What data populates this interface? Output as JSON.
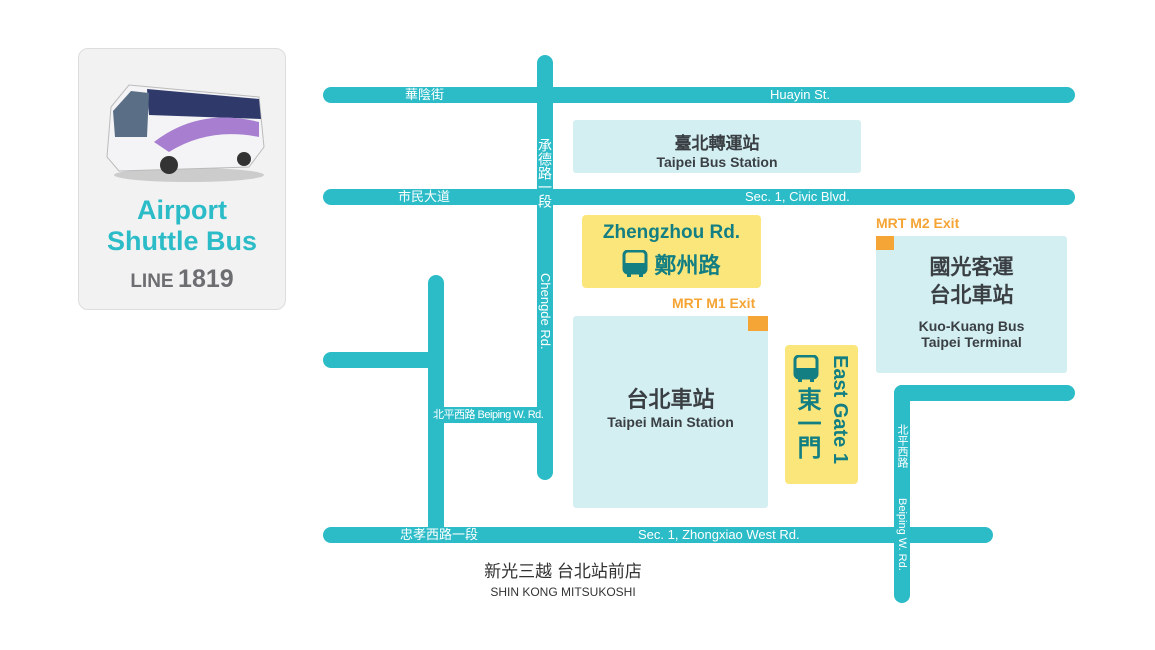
{
  "card": {
    "title_line1": "Airport",
    "title_line2": "Shuttle Bus",
    "line_prefix": "LINE",
    "line_number": "1819"
  },
  "roads": {
    "huayin_zh": "華陰街",
    "huayin_en": "Huayin St.",
    "civic_zh": "市民大道",
    "civic_en": "Sec. 1, Civic Blvd.",
    "chengde_zh": "承德路一段",
    "chengde_en": "Chengde Rd.",
    "beiping_left": "北平西路 Beiping W. Rd.",
    "zhongxiao_zh": "忠孝西路一段",
    "zhongxiao_en": "Sec. 1, Zhongxiao West Rd.",
    "beiping_right_zh": "北平西路",
    "beiping_right_en": "Beiping W. Rd."
  },
  "buildings": {
    "bus_station_zh": "臺北轉運站",
    "bus_station_en": "Taipei Bus Station",
    "main_station_zh": "台北車站",
    "main_station_en": "Taipei Main Station",
    "kuokuang_zh1": "國光客運",
    "kuokuang_zh2": "台北車站",
    "kuokuang_en1": "Kuo-Kuang Bus",
    "kuokuang_en2": "Taipei Terminal"
  },
  "stops": {
    "zhengzhou_en": "Zhengzhou Rd.",
    "zhengzhou_zh": "鄭州路",
    "eastgate_en": "East Gate 1",
    "eastgate_zh": "東一門"
  },
  "mrt": {
    "m1": "MRT M1 Exit",
    "m2": "MRT M2 Exit"
  },
  "landmark": {
    "zh": "新光三越 台北站前店",
    "en": "SHIN KONG MITSUKOSHI"
  },
  "colors": {
    "road": "#2cbcc8",
    "building": "#d3eff1",
    "stop": "#fbe67c",
    "mrt": "#f5a535"
  }
}
